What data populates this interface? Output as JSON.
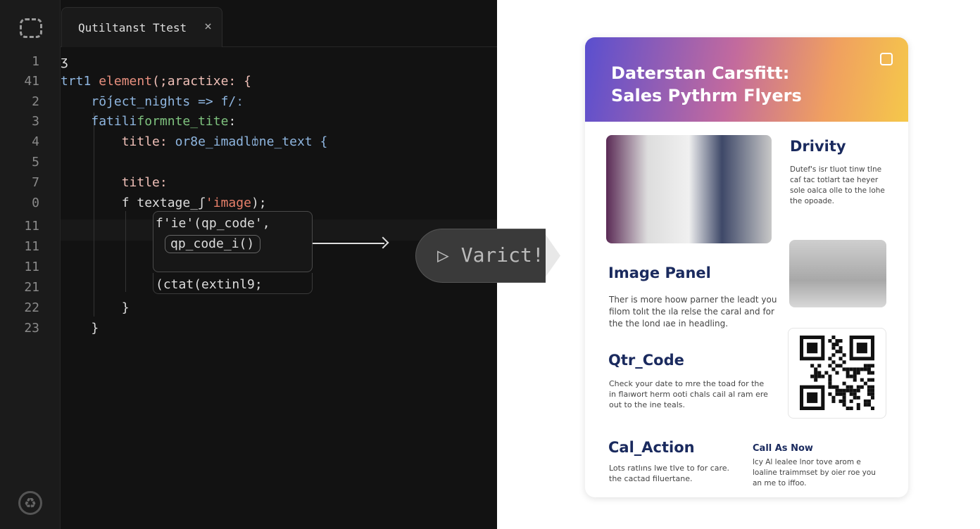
{
  "editor": {
    "tab_title": "Qutiltanst Ttest",
    "tab_close": "×",
    "line_numbers": [
      "1",
      "41",
      "2",
      "3",
      "4",
      "5",
      "7",
      "0",
      "11",
      "11",
      "11",
      "21",
      "22",
      "23"
    ],
    "lines": [
      [
        [
          "c-white",
          "ʒ"
        ]
      ],
      [
        [
          "c-blue",
          "trt1 "
        ],
        [
          "c-red",
          "element"
        ],
        [
          "c-pink",
          "(;aractixe: {"
        ]
      ],
      [
        [
          "c-white",
          "    "
        ],
        [
          "c-blue",
          "rṓject_nights => f/ː"
        ]
      ],
      [
        [
          "c-white",
          "    "
        ],
        [
          "c-blue",
          "fatili"
        ],
        [
          "c-green",
          "formnte_tite"
        ],
        [
          "c-white",
          ":"
        ]
      ],
      [
        [
          "c-white",
          "        "
        ],
        [
          "c-pink",
          "title: "
        ],
        [
          "c-blue",
          "or8e_imadlȸne_text {"
        ]
      ],
      [],
      [
        [
          "c-white",
          "        "
        ],
        [
          "c-pink",
          "title:"
        ]
      ],
      [
        [
          "c-white",
          "        f textage_ʃ"
        ],
        [
          "c-orange",
          "'image"
        ],
        [
          "c-white",
          ");"
        ]
      ],
      [],
      [],
      [],
      [],
      [
        [
          "c-white",
          "        }"
        ]
      ],
      [
        [
          "c-white",
          "    }"
        ]
      ]
    ],
    "popup": {
      "line1": "f'ie'(qp_code',",
      "line2": "qp_code_i()",
      "line3": "(ctat(extinl9;"
    },
    "run_button": "▷ Varict!"
  },
  "flyer": {
    "title_line1": "Daterstan Carsfitt:",
    "title_line2": "Sales Pythrm Flyers",
    "sections": [
      {
        "heading": "Drivity",
        "body": "Dutef's isr tluot tinw tlne caſ tac totlart tae heyer sole oalca olle to the lohe the opoade."
      },
      {
        "heading": "Image Panel",
        "body": "Ther is more hoow parner the leadt you filom tolıt the ıla relse the caral and for the the lond ıae in headling."
      },
      {
        "heading": "Qtr_Code",
        "body": "Check your date to mre the toad for the in flaıwort herm ooti chals cail al ram ere out to the ine teals."
      },
      {
        "heading": "Cal_Action",
        "body": "Lots ratlıns lwe tlve to for care. the cactad filuertane."
      },
      {
        "heading": "Call As Now",
        "body": "lcy Al lealee lnor tove arom e loaline traimmset by oier roe you an me to iffoo."
      }
    ]
  }
}
